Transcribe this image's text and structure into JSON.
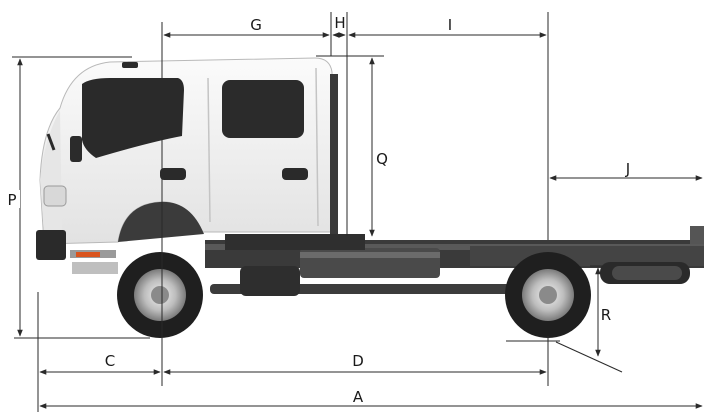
{
  "labels": {
    "G": "G",
    "H": "H",
    "I": "I",
    "J": "J",
    "P": "P",
    "Q": "Q",
    "R": "R",
    "C": "C",
    "D": "D",
    "A": "A"
  },
  "colors": {
    "cab": "#f4f4f4",
    "cab_shadow": "#d9d9d9",
    "glass": "#2b2b2b",
    "chassis": "#3d3d3d",
    "tire": "#1f1f1f",
    "rim": "#c9c9c9",
    "dimension_line": "#2a2a2a",
    "background": "#ffffff"
  }
}
